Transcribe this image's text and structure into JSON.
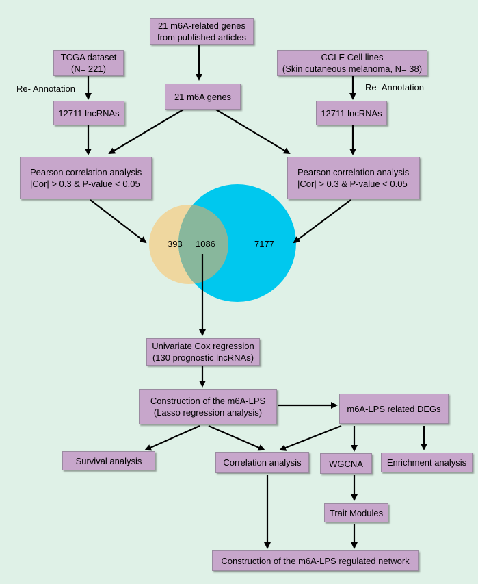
{
  "boxes": {
    "m6a_articles": {
      "line1": "21 m6A-related genes",
      "line2": "from published articles"
    },
    "tcga": {
      "line1": "TCGA dataset",
      "line2": "(N= 221)"
    },
    "ccle": {
      "line1": "CCLE Cell lines",
      "line2": "(Skin cutaneous melanoma, N= 38)"
    },
    "m6a_genes": {
      "line1": "21 m6A genes"
    },
    "lnc_left": {
      "line1": "12711 lncRNAs"
    },
    "lnc_right": {
      "line1": "12711 lncRNAs"
    },
    "pearson_left": {
      "line1": "Pearson correlation analysis",
      "line2": "|Cor| > 0.3 & P-value < 0.05"
    },
    "pearson_right": {
      "line1": "Pearson correlation analysis",
      "line2": "|Cor| > 0.3 & P-value < 0.05"
    },
    "cox": {
      "line1": "Univariate Cox regression",
      "line2": "(130 prognostic lncRNAs)"
    },
    "lps": {
      "line1": "Construction  of the m6A-LPS",
      "line2": "(Lasso regression analysis)"
    },
    "degs": {
      "line1": "m6A-LPS related DEGs"
    },
    "survival": {
      "line1": "Survival analysis"
    },
    "correlation": {
      "line1": "Correlation analysis"
    },
    "wgcna": {
      "line1": "WGCNA"
    },
    "enrichment": {
      "line1": "Enrichment analysis"
    },
    "trait": {
      "line1": "Trait Modules"
    },
    "network": {
      "line1": "Construction of the m6A-LPS regulated network"
    }
  },
  "labels": {
    "reannot_left": "Re- Annotation",
    "reannot_right": "Re- Annotation"
  },
  "venn": {
    "left_only": "393",
    "overlap": "1086",
    "right_only": "7177",
    "left_color": "#efd79f",
    "right_color": "#00c8ee",
    "overlap_color": "#88b79c"
  },
  "colors": {
    "box_fill": "#c7a6cb",
    "background": "#dff1e7"
  }
}
